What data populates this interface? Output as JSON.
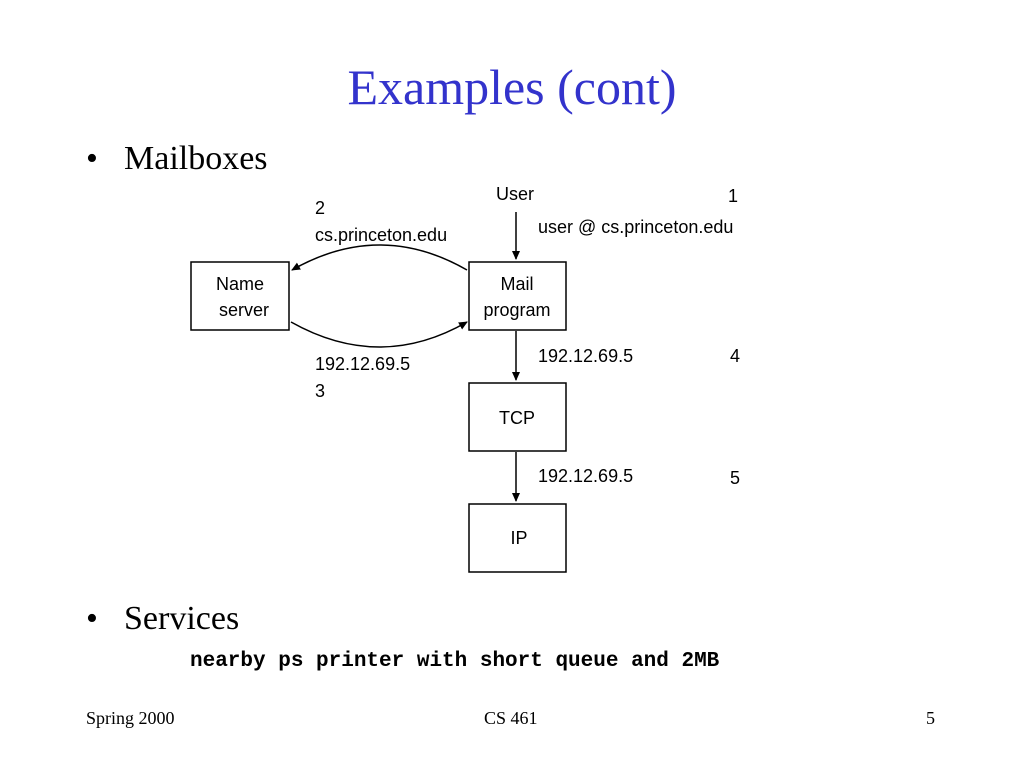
{
  "title": "Examples (cont)",
  "bullets": [
    {
      "glyph": "•",
      "label": "Mailboxes"
    },
    {
      "glyph": "•",
      "label": "Services"
    }
  ],
  "services_detail": "nearby ps printer with short queue and 2MB",
  "diagram": {
    "user_label": "User",
    "step1_num": "1",
    "step1_text": "user @ cs.princeton.edu",
    "step2_num": "2",
    "step2_text": "cs.princeton.edu",
    "step3_text": "192.12.69.5",
    "step3_num": "3",
    "step4_text": "192.12.69.5",
    "step4_num": "4",
    "step5_text": "192.12.69.5",
    "step5_num": "5",
    "name_server_line1": "Name",
    "name_server_line2": "server",
    "mail_program_line1": "Mail",
    "mail_program_line2": "program",
    "tcp_label": "TCP",
    "ip_label": "IP"
  },
  "footer": {
    "left": "Spring 2000",
    "center": "CS 461",
    "right": "5"
  },
  "colors": {
    "title": "#3333cc",
    "text": "#000000",
    "background": "#ffffff"
  }
}
